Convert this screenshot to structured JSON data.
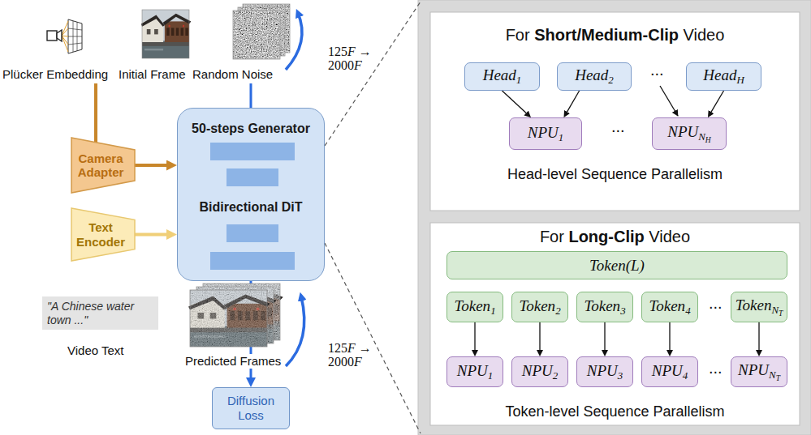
{
  "diagram": {
    "nodes": [
      {
        "text": [
          "Camera Adapter"
        ]
      },
      {
        "text": [
          "Text Encoder"
        ]
      },
      {
        "text": [
          "50-steps Generator",
          "Bidirectional DiT"
        ]
      },
      {
        "text": [
          "\"A Chinese water town ...\""
        ]
      },
      {
        "text": [
          "Diffusion Loss"
        ]
      },
      {
        "text": [
          "For Short/Medium-Clip Video",
          "Head-level Sequence Parallelism"
        ]
      },
      {
        "text": [
          "Head1"
        ],
        "in": 5
      },
      {
        "text": [
          "Head2"
        ],
        "in": 5
      },
      {
        "text": [
          "HeadH"
        ],
        "in": 5
      },
      {
        "text": [
          "NPU1"
        ],
        "in": 5
      },
      {
        "text": [
          "NPUNH"
        ],
        "in": 5
      },
      {
        "text": [
          "For Long-Clip Video",
          "Token-level Sequence Parallelism"
        ]
      },
      {
        "text": [
          "Token(L)"
        ],
        "in": 11
      },
      {
        "text": [
          "Token1"
        ],
        "in": 11
      },
      {
        "text": [
          "Token2"
        ],
        "in": 11
      },
      {
        "text": [
          "Token3"
        ],
        "in": 11
      },
      {
        "text": [
          "Token4"
        ],
        "in": 11
      },
      {
        "text": [
          "TokenNT"
        ],
        "in": 11
      },
      {
        "text": [
          "NPU1"
        ],
        "in": 11
      },
      {
        "text": [
          "NPU2"
        ],
        "in": 11
      },
      {
        "text": [
          "NPU3"
        ],
        "in": 11
      },
      {
        "text": [
          "NPU4"
        ],
        "in": 11
      },
      {
        "text": [
          "NPUNT"
        ],
        "in": 11
      }
    ],
    "edges": [
      {
        "from": 0,
        "to": 2,
        "arrow": "to"
      },
      {
        "from": 1,
        "to": 2,
        "arrow": "to"
      },
      {
        "from": 2,
        "to": 4,
        "arrow": "to"
      },
      {
        "from": 6,
        "to": 9,
        "arrow": "to"
      },
      {
        "from": 7,
        "to": 9,
        "arrow": "to"
      },
      {
        "from": 8,
        "to": 10,
        "arrow": "to"
      },
      {
        "from": 13,
        "to": 18,
        "arrow": "to"
      },
      {
        "from": 14,
        "to": 19,
        "arrow": "to"
      },
      {
        "from": 15,
        "to": 20,
        "arrow": "to"
      },
      {
        "from": 16,
        "to": 21,
        "arrow": "to"
      },
      {
        "from": 17,
        "to": 22,
        "arrow": "to"
      }
    ],
    "labels": [
      "Plücker Embedding",
      "Initial Frame",
      "Random Noise",
      "125F →",
      "2000F",
      "Video Text",
      "Predicted Frames",
      "125F →",
      "2000F",
      "...",
      "...",
      "...",
      "..."
    ]
  }
}
